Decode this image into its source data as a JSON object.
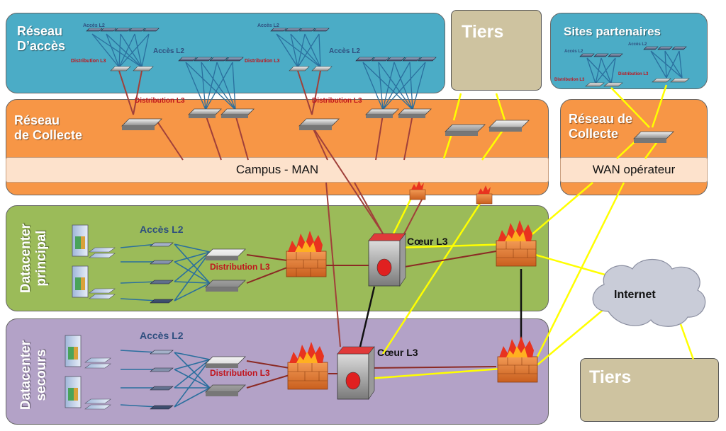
{
  "zones": {
    "acces": {
      "title": "Réseau\nD’accès",
      "color": "#4bacc6"
    },
    "collecte": {
      "title": "Réseau\nde Collecte",
      "color": "#f79646"
    },
    "dc_principal": {
      "title": "Datacenter\nprincipal",
      "color": "#9bbb59"
    },
    "dc_secours": {
      "title": "Datacenter\nsecours",
      "color": "#b3a2c7"
    },
    "partenaires": {
      "title": "Sites partenaires"
    },
    "collecte_wan": {
      "title": "Réseau de\nCollecte"
    }
  },
  "bars": {
    "campus": "Campus - MAN",
    "wan": "WAN opérateur"
  },
  "tiers": {
    "top": "Tiers",
    "bottom": "Tiers"
  },
  "internet": "Internet",
  "labels": {
    "acces_l2": "Accès L2",
    "distribution_l3": "Distribution L3",
    "coeur_l3": "Cœur L3"
  },
  "colors": {
    "link_red": "#a0403a",
    "link_blue": "#2a6f9e",
    "link_yellow": "#ffff00",
    "link_black": "#111111",
    "label_red": "#c0141c",
    "label_blue": "#2f4f7f"
  }
}
